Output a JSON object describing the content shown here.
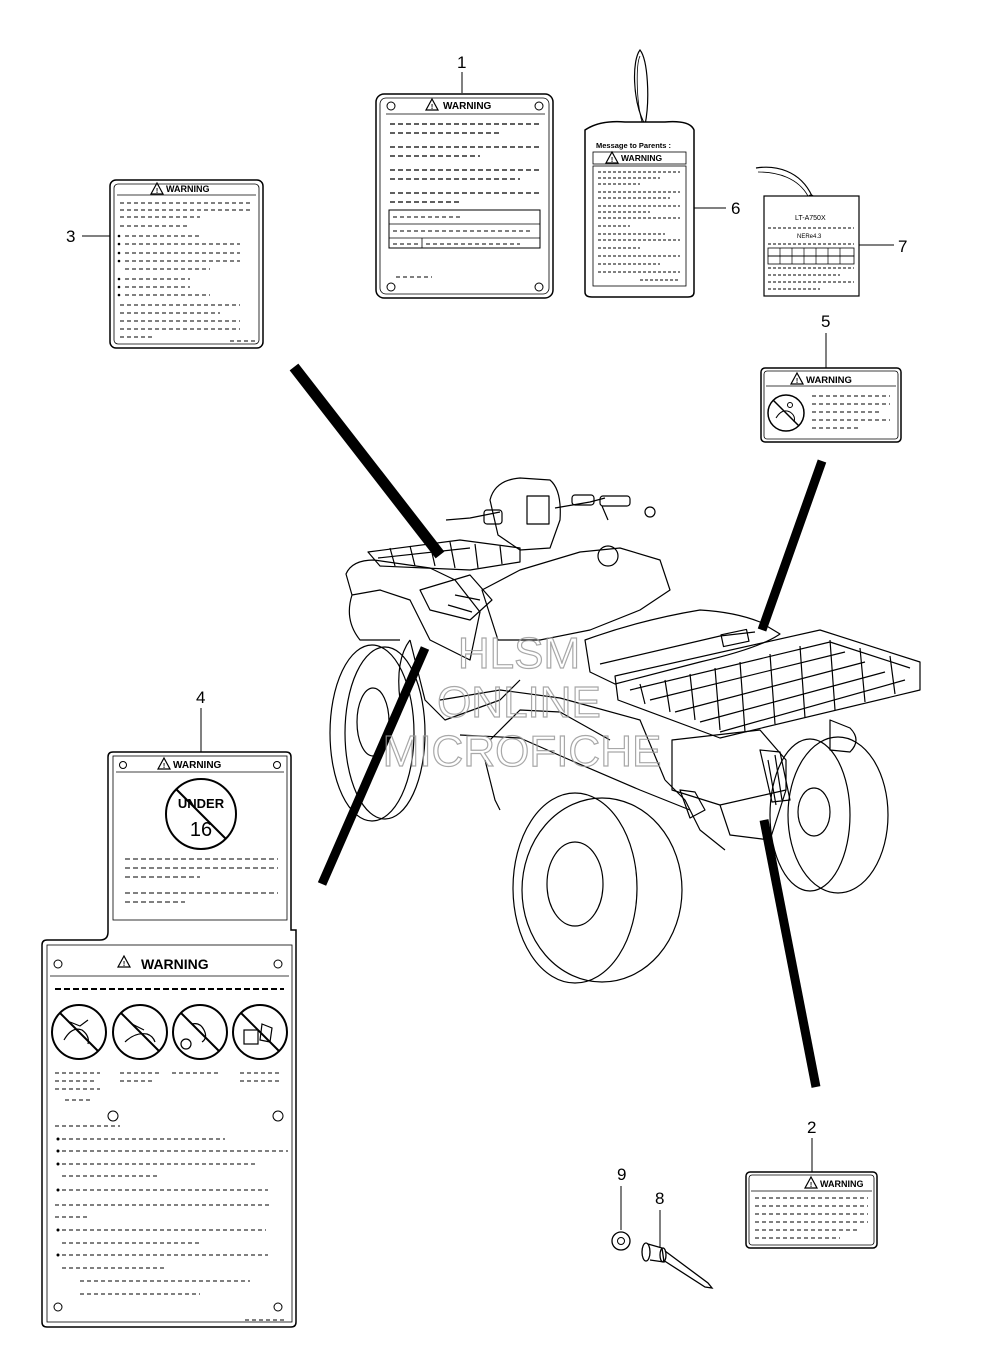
{
  "callouts": {
    "c1": "1",
    "c2": "2",
    "c3": "3",
    "c4": "4",
    "c5": "5",
    "c6": "6",
    "c7": "7",
    "c8": "8",
    "c9": "9"
  },
  "labels": {
    "warning": "WARNING",
    "parents_title": "Message to Parents :",
    "tag_model": "LT-A750X",
    "tag_sub": "NERe4.3",
    "under_top": "UNDER",
    "under_num": "16"
  },
  "watermark": {
    "line1": "HLSM",
    "line2": "ONLINE",
    "line3": "MICROFICHE"
  }
}
